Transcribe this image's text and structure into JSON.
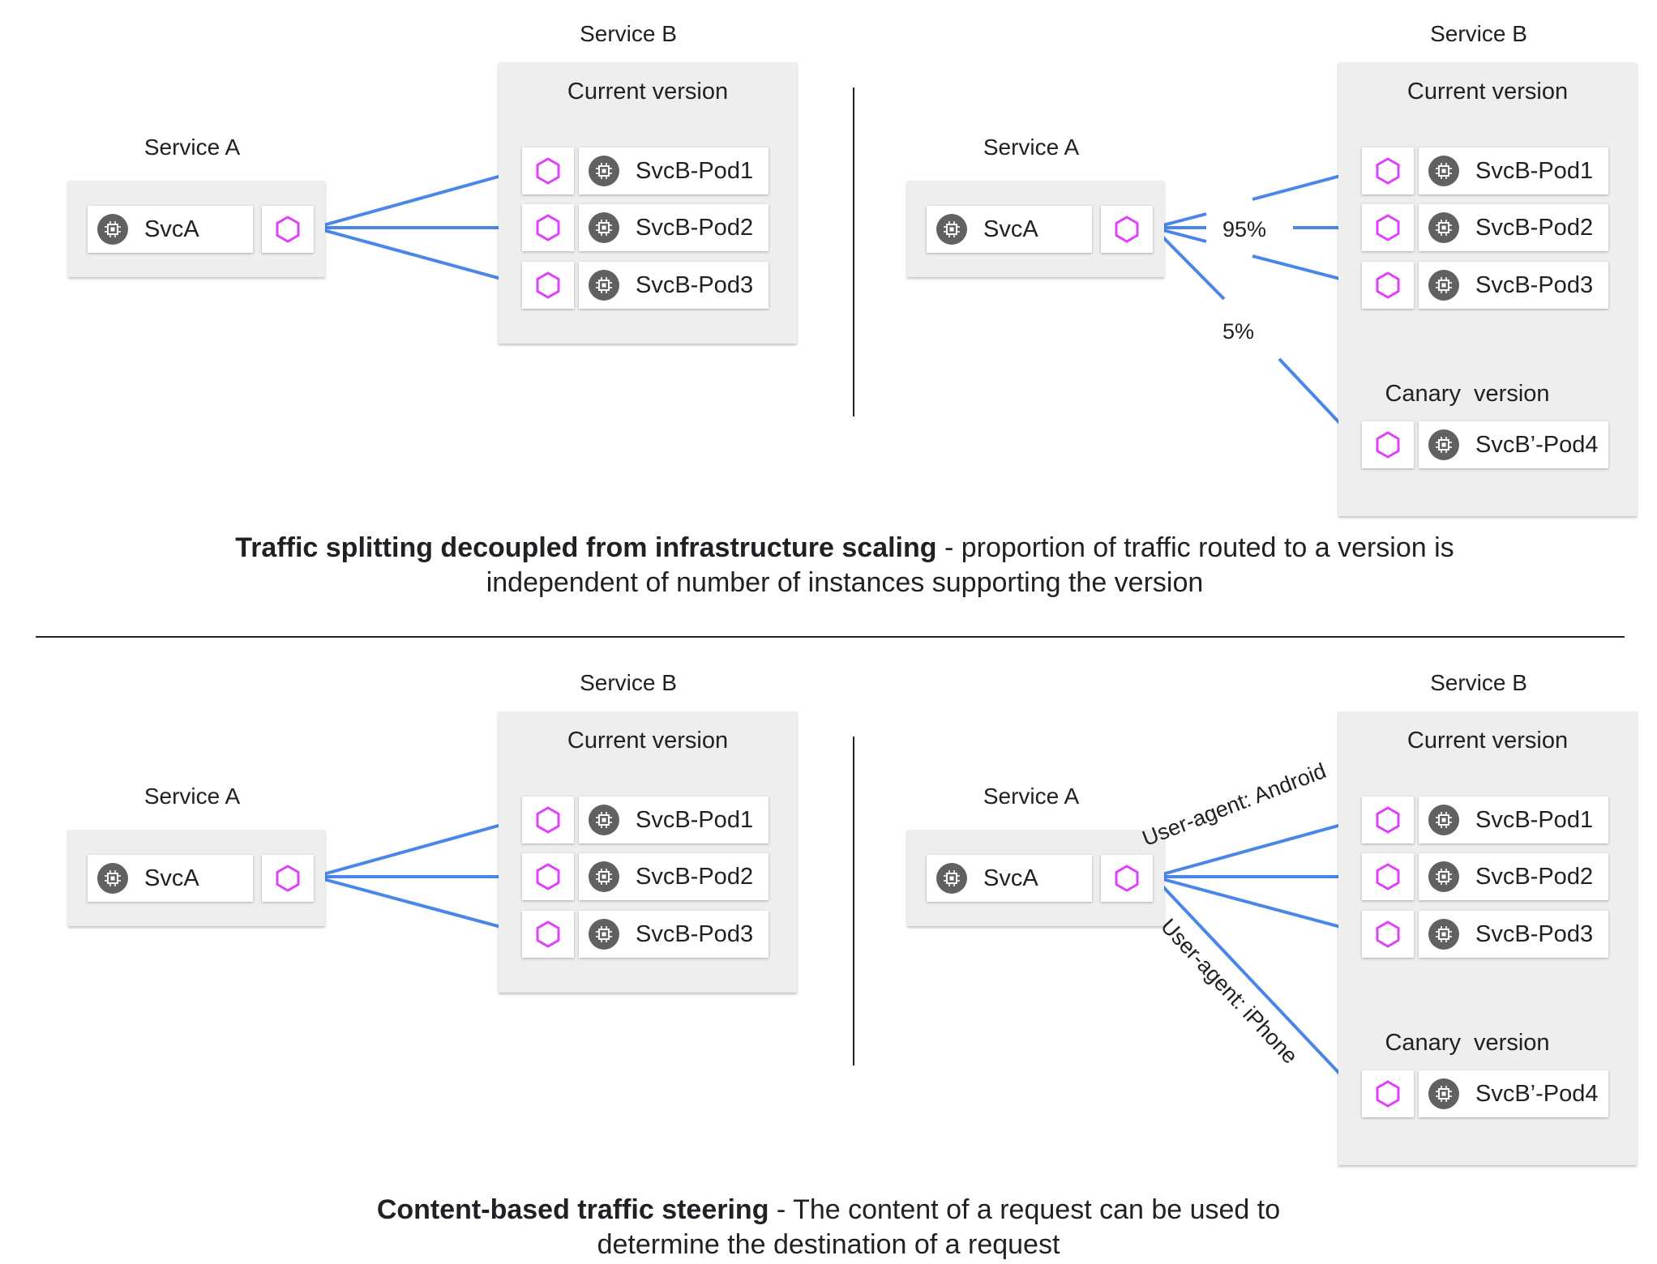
{
  "colors": {
    "arrow": "#4a86e8",
    "envoy": "#e040fb",
    "box": "#eeeeee",
    "chip": "#616161"
  },
  "panels": {
    "top_left": {
      "service_a": {
        "title": "Service A",
        "pod": "SvcA"
      },
      "service_b": {
        "title": "Service B",
        "current_label": "Current version",
        "pods": [
          "SvcB-Pod1",
          "SvcB-Pod2",
          "SvcB-Pod3"
        ]
      }
    },
    "top_right": {
      "service_a": {
        "title": "Service A",
        "pod": "SvcA"
      },
      "service_b": {
        "title": "Service B",
        "current_label": "Current version",
        "pods": [
          "SvcB-Pod1",
          "SvcB-Pod2",
          "SvcB-Pod3"
        ],
        "canary_label": "Canary  version",
        "canary_pod": "SvcB’-Pod4"
      },
      "edge_labels": {
        "current": "95%",
        "canary": "5%"
      }
    },
    "bottom_left": {
      "service_a": {
        "title": "Service A",
        "pod": "SvcA"
      },
      "service_b": {
        "title": "Service B",
        "current_label": "Current version",
        "pods": [
          "SvcB-Pod1",
          "SvcB-Pod2",
          "SvcB-Pod3"
        ]
      }
    },
    "bottom_right": {
      "service_a": {
        "title": "Service A",
        "pod": "SvcA"
      },
      "service_b": {
        "title": "Service B",
        "current_label": "Current version",
        "pods": [
          "SvcB-Pod1",
          "SvcB-Pod2",
          "SvcB-Pod3"
        ],
        "canary_label": "Canary  version",
        "canary_pod": "SvcB’-Pod4"
      },
      "edge_labels": {
        "current": "User-agent: Android",
        "canary": "User-agent: iPhone"
      }
    }
  },
  "captions": {
    "top": {
      "bold": "Traffic splitting decoupled from infrastructure scaling",
      "rest": " - proportion of traffic routed to a version is",
      "line2": "independent of number of instances supporting the version"
    },
    "bottom": {
      "bold": "Content-based traffic steering",
      "rest": " - The content of a request can be used to",
      "line2": "determine the destination of a request"
    }
  }
}
